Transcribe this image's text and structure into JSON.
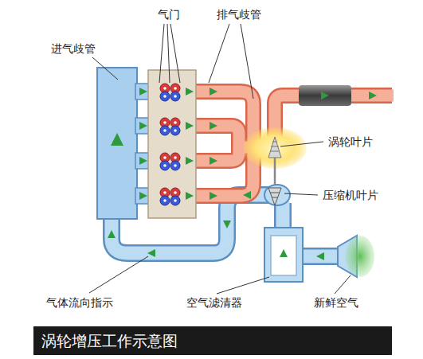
{
  "diagram": {
    "title": "涡轮增压工作示意图",
    "labels": [
      "进气歧管",
      "气门",
      "排气歧管",
      "涡轮叶片",
      "压缩机叶片",
      "气体流向指示",
      "空气滤清器",
      "新鲜空气"
    ]
  }
}
